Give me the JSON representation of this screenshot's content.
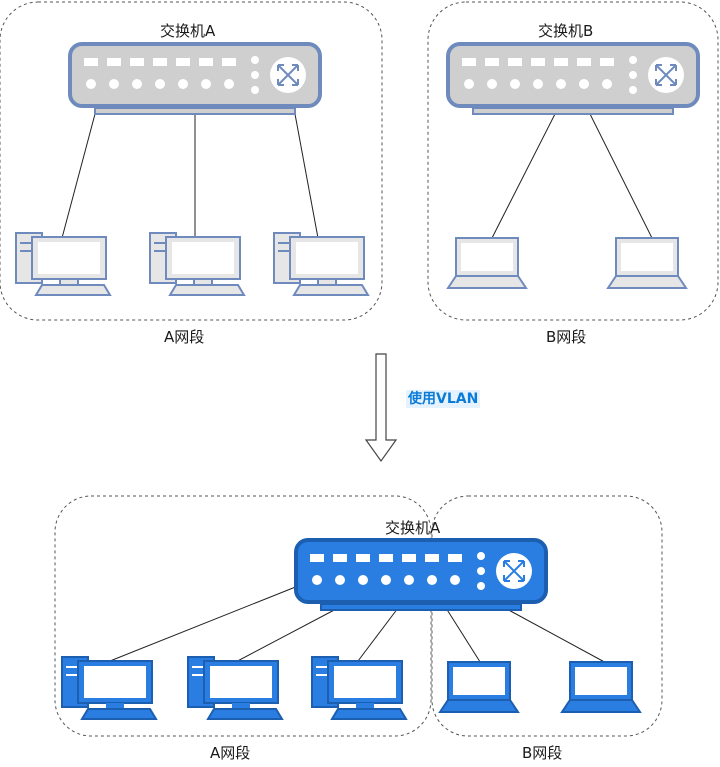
{
  "top": {
    "switch_a_label": "交换机A",
    "switch_b_label": "交换机B",
    "segment_a_label": "A网段",
    "segment_b_label": "B网段"
  },
  "transition": {
    "label": "使用VLAN"
  },
  "bottom": {
    "switch_label": "交换机A",
    "segment_a_label": "A网段",
    "segment_b_label": "B网段"
  },
  "colors": {
    "switch_gray": "#cccccc",
    "switch_outline_gray": "#6f8bbd",
    "switch_blue": "#2a7de1",
    "switch_outline_blue": "#1c5fb0",
    "device_gray": "#e6e6e6",
    "vlan_text": "#0a7bd8"
  }
}
